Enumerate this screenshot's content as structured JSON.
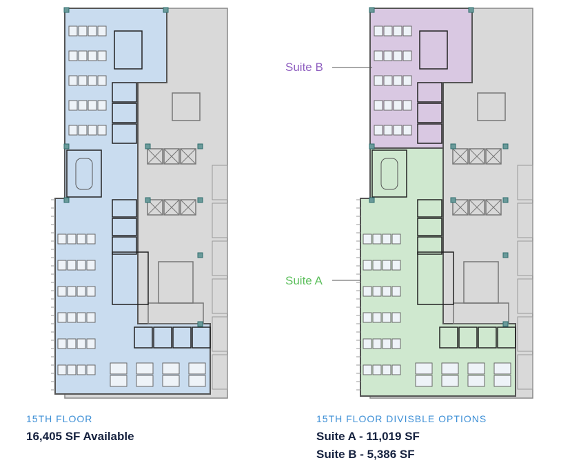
{
  "colors": {
    "full_floor": "#c9dcef",
    "suite_a": "#cfe8cf",
    "suite_b": "#d9c8e2",
    "core": "#d9d9d9",
    "caption": "#3d8fd6",
    "heading": "#16223f",
    "suite_a_label": "#5cbf5c",
    "suite_b_label": "#8f5fc0"
  },
  "left_plan": {
    "caption": "15TH FLOOR",
    "area": "16,405 SF Available"
  },
  "right_plan": {
    "caption": "15TH FLOOR DIVISBLE OPTIONS",
    "suite_a_area": "Suite A - 11,019 SF",
    "suite_b_area": "Suite B - 5,386 SF",
    "suite_a_label": "Suite A",
    "suite_b_label": "Suite B"
  }
}
